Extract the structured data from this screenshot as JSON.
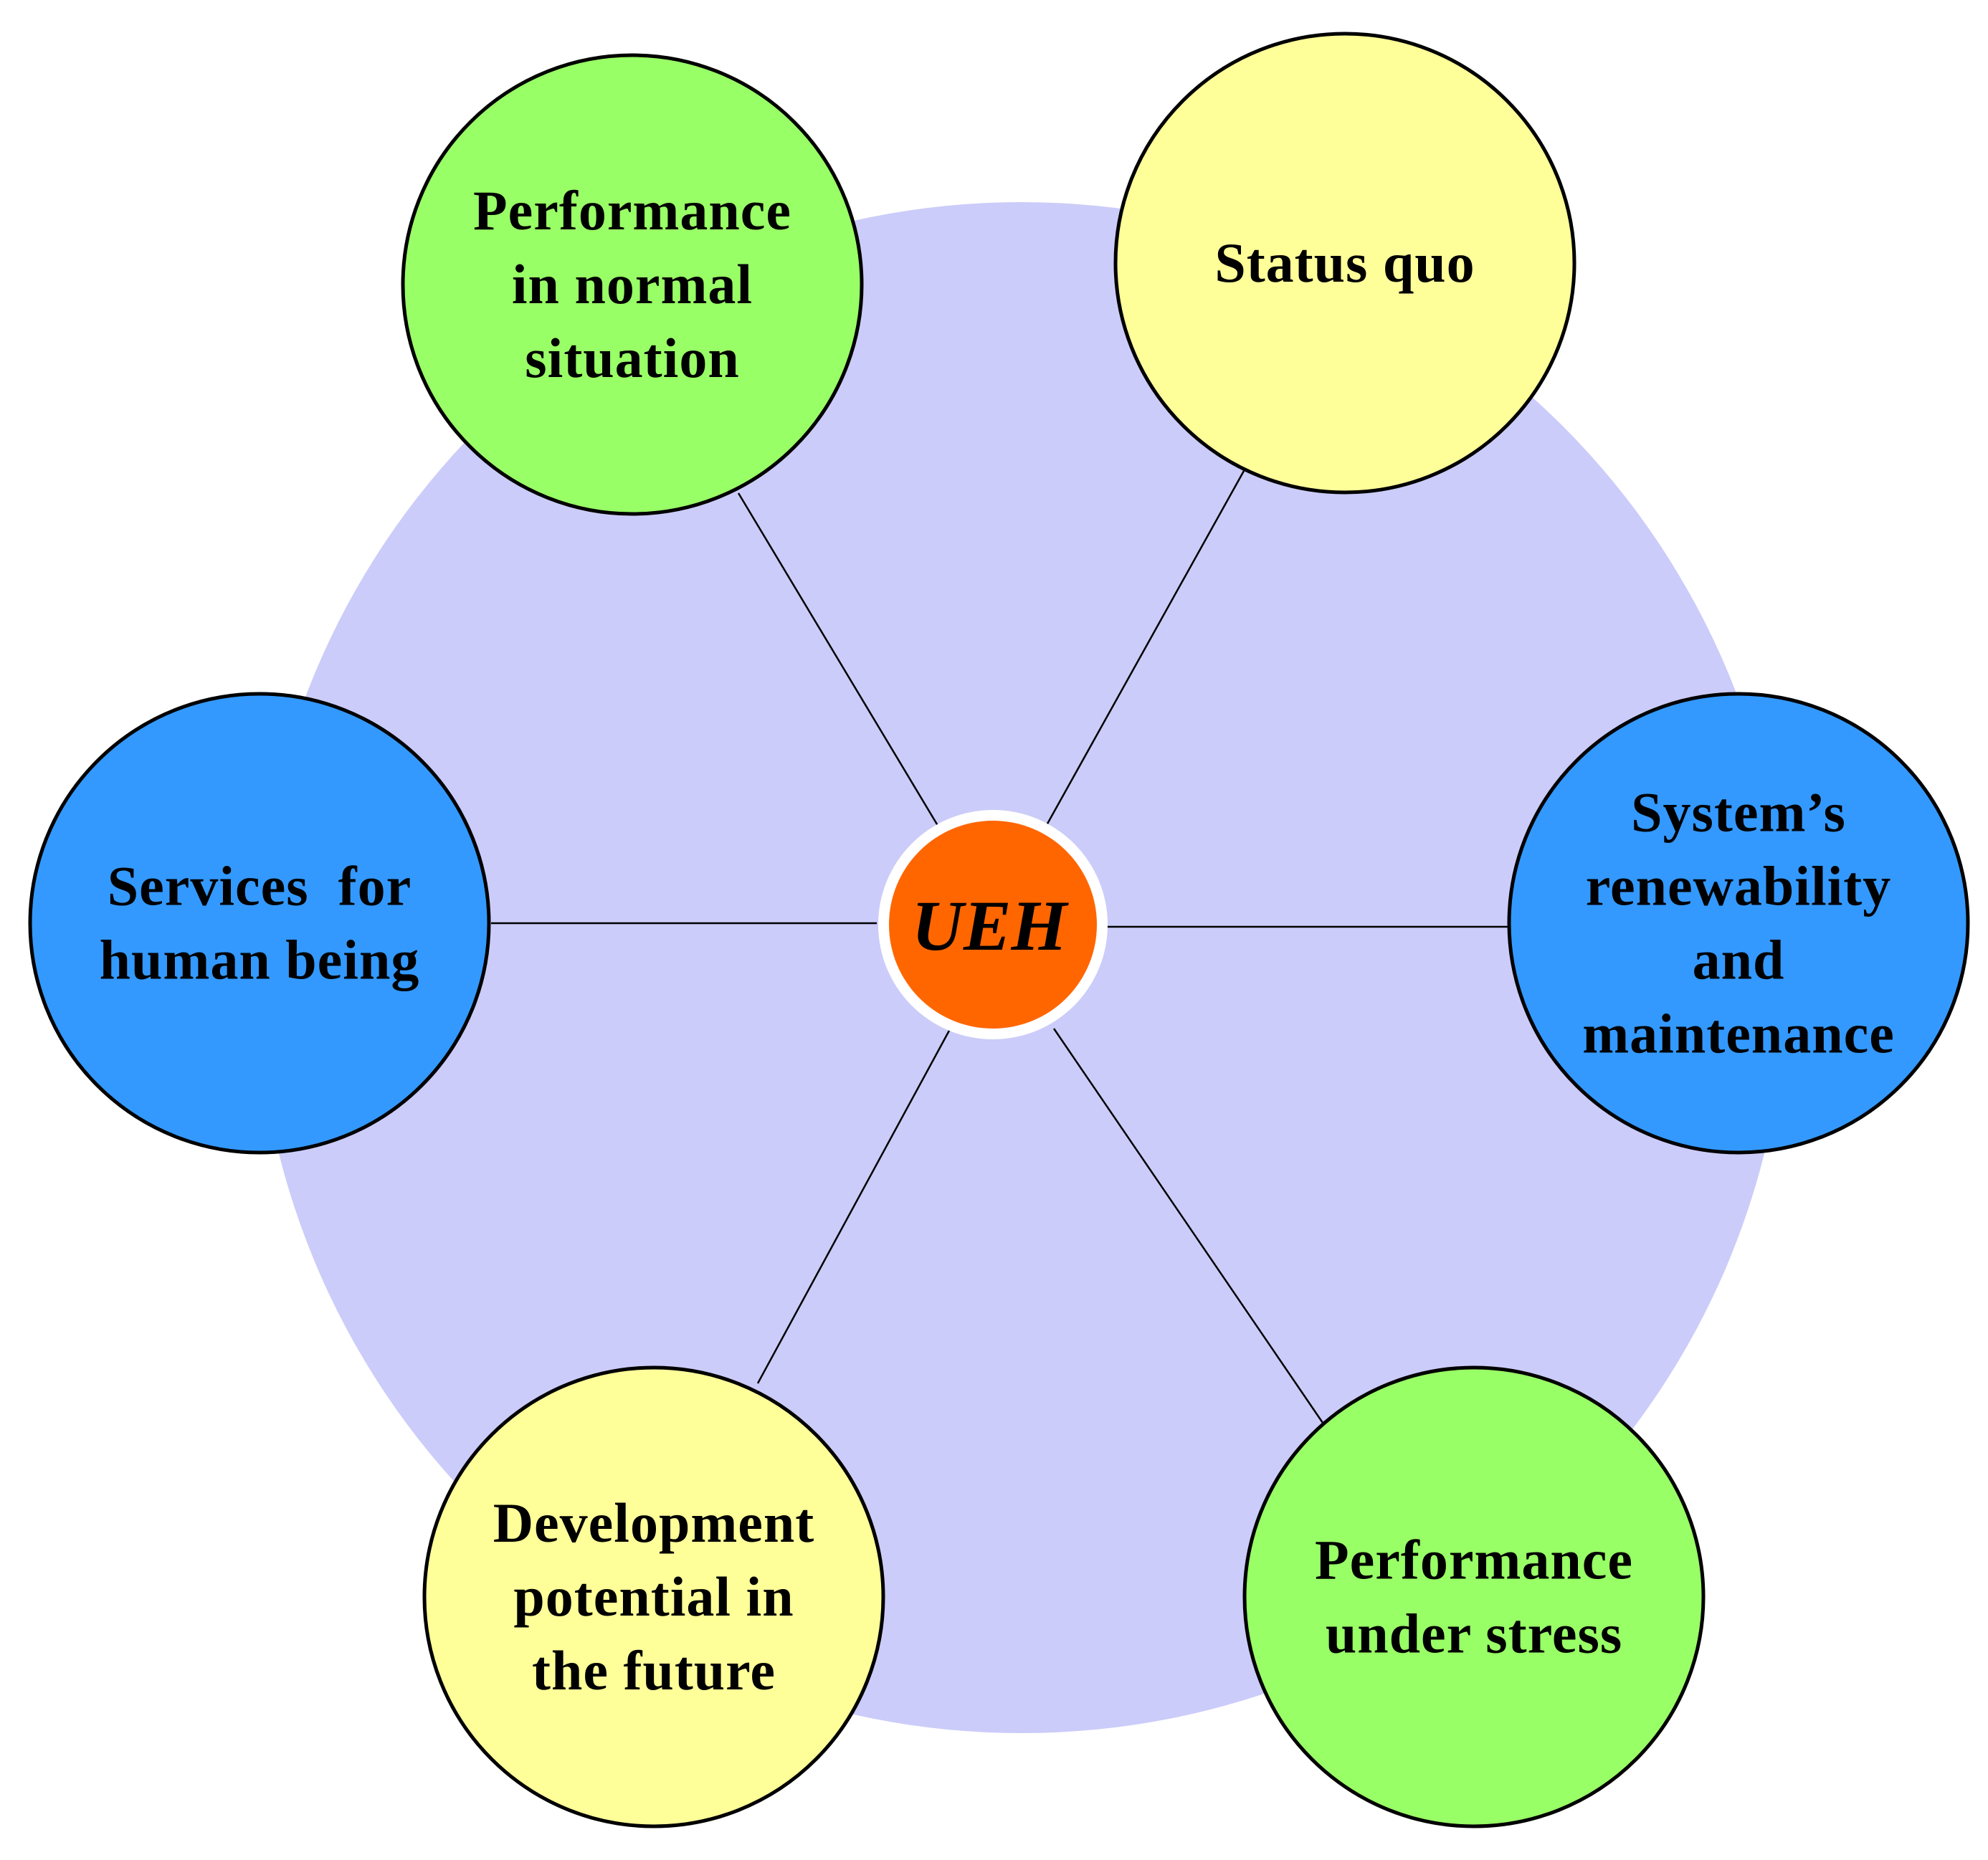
{
  "colors": {
    "background_disc": "#ccccfa",
    "hub_fill": "#ff6600",
    "hub_ring": "#ffffff",
    "green": "#99ff66",
    "yellow": "#ffff99",
    "blue": "#3399ff"
  },
  "hub": {
    "label": "UEH"
  },
  "nodes": [
    {
      "id": "performance-normal",
      "color": "green",
      "lines": [
        "Performance",
        "in normal",
        "situation"
      ]
    },
    {
      "id": "status-quo",
      "color": "yellow",
      "lines": [
        "Status quo"
      ]
    },
    {
      "id": "services-human",
      "color": "blue",
      "lines": [
        "Services  for",
        "human being"
      ]
    },
    {
      "id": "renewability",
      "color": "blue",
      "lines": [
        "System’s",
        "renewability",
        "and",
        "maintenance"
      ]
    },
    {
      "id": "development-potential",
      "color": "yellow",
      "lines": [
        "Development",
        "potential in",
        "the future"
      ]
    },
    {
      "id": "performance-stress",
      "color": "green",
      "lines": [
        "Performance",
        "under stress"
      ]
    }
  ]
}
